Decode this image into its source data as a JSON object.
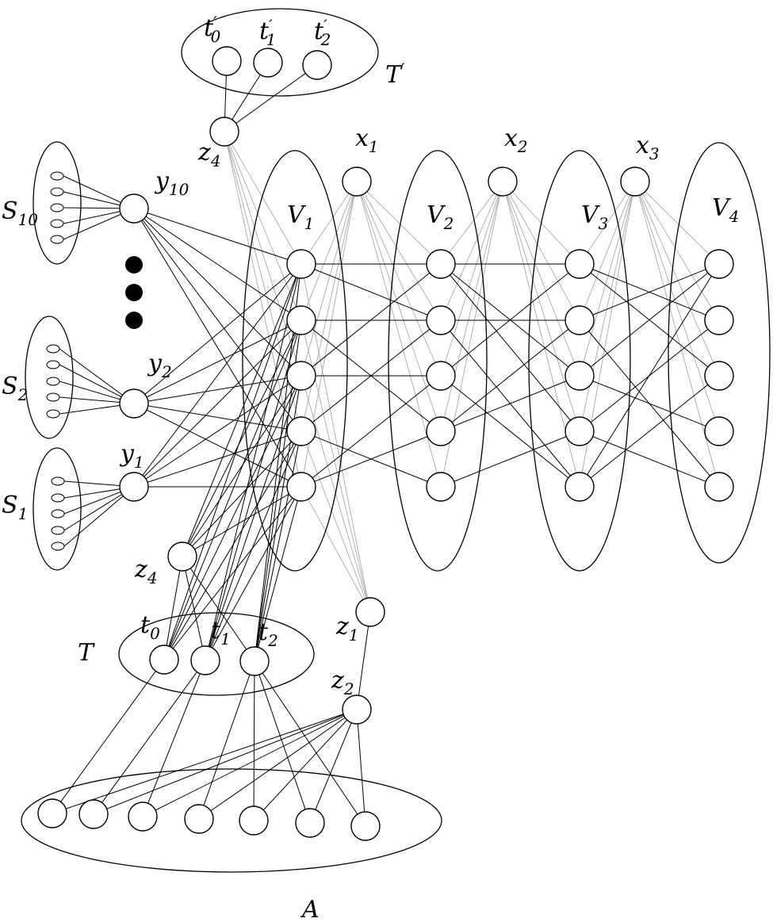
{
  "groups": [
    {
      "id": "Tp",
      "label": "T",
      "prime": "′",
      "sub": ""
    },
    {
      "id": "S10",
      "label": "S",
      "prime": "",
      "sub": "10"
    },
    {
      "id": "S2",
      "label": "S",
      "prime": "",
      "sub": "2"
    },
    {
      "id": "S1",
      "label": "S",
      "prime": "",
      "sub": "1"
    },
    {
      "id": "V1",
      "label": "V",
      "prime": "",
      "sub": "1"
    },
    {
      "id": "V2",
      "label": "V",
      "prime": "",
      "sub": "2"
    },
    {
      "id": "V3",
      "label": "V",
      "prime": "",
      "sub": "3"
    },
    {
      "id": "V4",
      "label": "V",
      "prime": "",
      "sub": "4"
    },
    {
      "id": "T",
      "label": "T",
      "prime": "",
      "sub": ""
    },
    {
      "id": "A",
      "label": "A",
      "prime": "",
      "sub": ""
    }
  ],
  "nodes": [
    {
      "id": "t0p",
      "label": "t",
      "prime": "′",
      "sub": "0"
    },
    {
      "id": "t1p",
      "label": "t",
      "prime": "′",
      "sub": "1"
    },
    {
      "id": "t2p",
      "label": "t",
      "prime": "′",
      "sub": "2"
    },
    {
      "id": "z4top",
      "label": "z",
      "prime": "",
      "sub": "4"
    },
    {
      "id": "x1",
      "label": "x",
      "prime": "",
      "sub": "1"
    },
    {
      "id": "x2",
      "label": "x",
      "prime": "",
      "sub": "2"
    },
    {
      "id": "x3",
      "label": "x",
      "prime": "",
      "sub": "3"
    },
    {
      "id": "y10",
      "label": "y",
      "prime": "",
      "sub": "10"
    },
    {
      "id": "y2",
      "label": "y",
      "prime": "",
      "sub": "2"
    },
    {
      "id": "y1",
      "label": "y",
      "prime": "",
      "sub": "1"
    },
    {
      "id": "z4bot",
      "label": "z",
      "prime": "",
      "sub": "4"
    },
    {
      "id": "z1",
      "label": "z",
      "prime": "",
      "sub": "1"
    },
    {
      "id": "z2",
      "label": "z",
      "prime": "",
      "sub": "2"
    },
    {
      "id": "t0",
      "label": "t",
      "prime": "",
      "sub": "0"
    },
    {
      "id": "t1",
      "label": "t",
      "prime": "",
      "sub": "1"
    },
    {
      "id": "t2",
      "label": "t",
      "prime": "",
      "sub": "2"
    }
  ],
  "ellipsis_dots": 3,
  "colors": {
    "stroke": "#000000",
    "light_edge": "#a8a8a8",
    "background": "#ffffff"
  }
}
